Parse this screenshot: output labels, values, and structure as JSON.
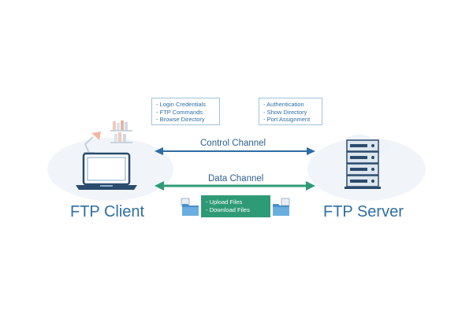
{
  "client_box": {
    "lines": [
      "- Login Credentials",
      "- FTP Commands",
      "- Browse Directory"
    ]
  },
  "server_box": {
    "lines": [
      "- Authentication",
      "- Show Directory",
      "- Port Assignment"
    ]
  },
  "data_box": {
    "lines": [
      "- Upload Files",
      "- Download Files"
    ]
  },
  "channels": {
    "control": "Control Channel",
    "data": "Data Channel"
  },
  "endpoints": {
    "client": "FTP Client",
    "server": "FTP Server"
  },
  "colors": {
    "control_arrow": "#2e6da4",
    "data_arrow": "#2f9b76",
    "label_blue": "#2f6ea3",
    "data_box_bg": "#2f9b76",
    "box_border": "#9fc3dc"
  },
  "icons": [
    "laptop-icon",
    "desk-lamp-icon",
    "bookshelf-icon",
    "server-rack-icon",
    "cloud-icon",
    "folder-icon"
  ]
}
